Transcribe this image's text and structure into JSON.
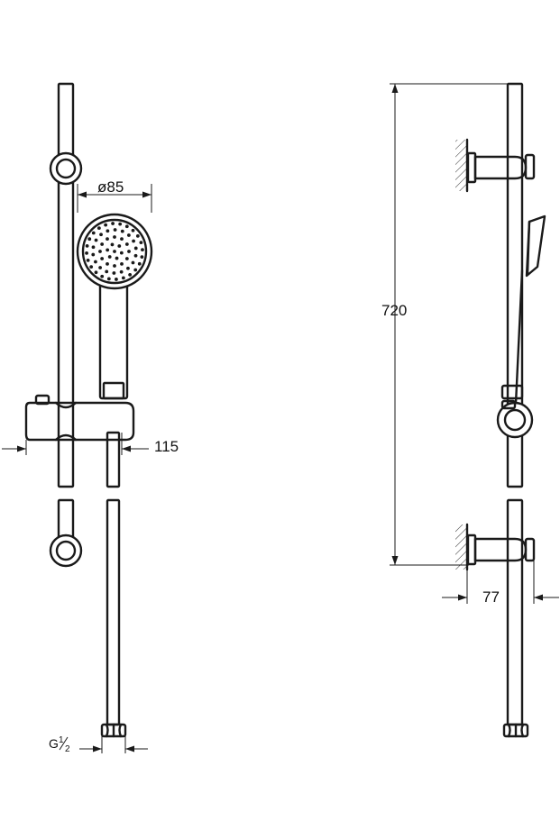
{
  "dimensions": {
    "head_diameter": "ø85",
    "slider_depth": "115",
    "connection_prefix": "G",
    "connection_num": "1",
    "connection_den": "2",
    "rail_length": "720",
    "bracket_depth": "77"
  },
  "colors": {
    "line": "#1a1a1a",
    "background": "#ffffff"
  }
}
